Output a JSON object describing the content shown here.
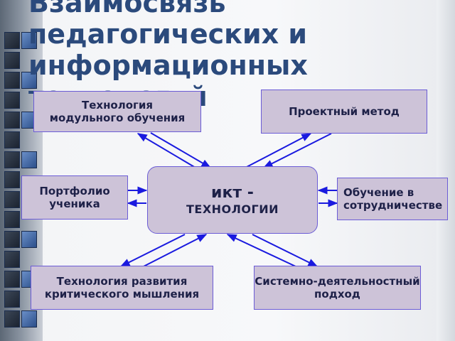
{
  "title": {
    "line1": "Взаимосвязь",
    "line2": "педагогических и",
    "line3": "информационных",
    "line4": "технологий"
  },
  "center": {
    "line1": "икт -",
    "line2": "ТЕХНОЛОГИИ"
  },
  "nodes": {
    "modular": {
      "line1": "Технология",
      "line2": "модульного обучения"
    },
    "project": {
      "line1": "Проектный метод"
    },
    "portfolio": {
      "line1": "Портфолио",
      "line2": "ученика"
    },
    "cooperation": {
      "line1": "Обучение в",
      "line2": "сотрудничестве"
    },
    "critical": {
      "line1": "Технология развития",
      "line2": "критического мышления"
    },
    "activity": {
      "line1": "Системно-деятельностный",
      "line2": "подход"
    }
  },
  "colors": {
    "box_fill": "#cdc3d8",
    "box_border": "#6b5cd6",
    "arrow": "#1a1adf",
    "title": "#2b4a7c",
    "text": "#1e2148"
  }
}
